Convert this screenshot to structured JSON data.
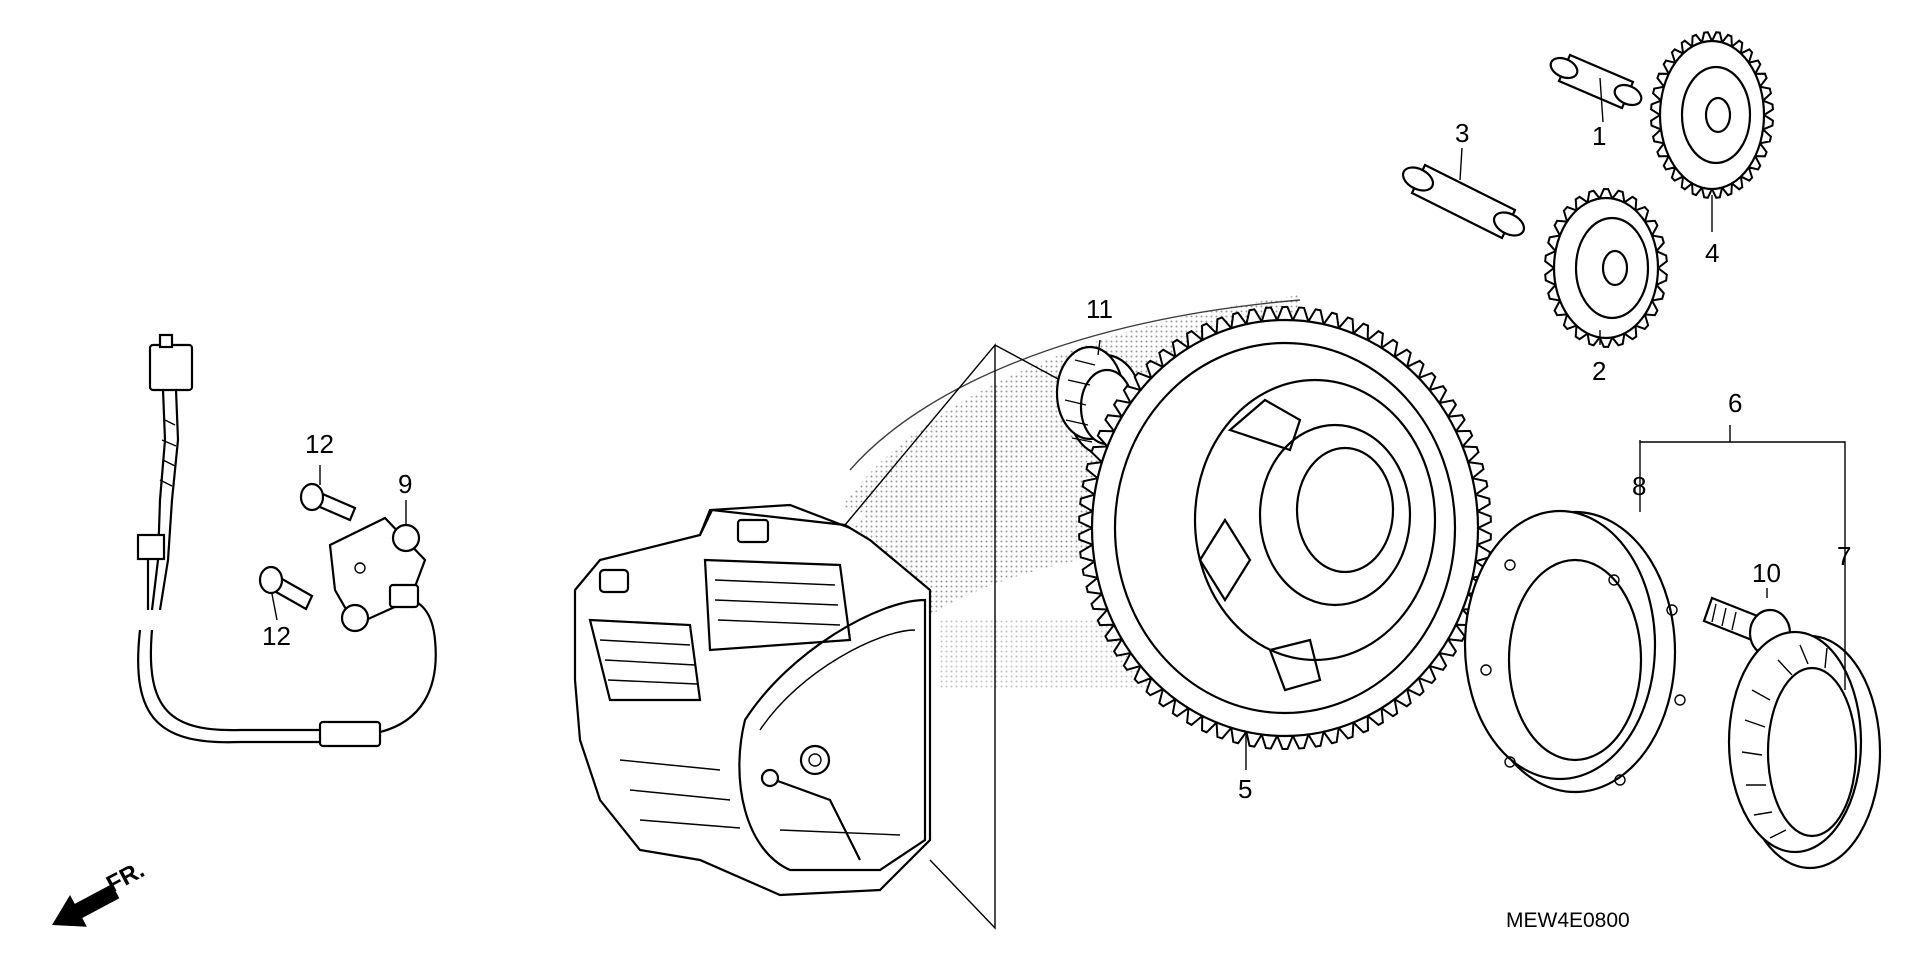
{
  "diagram": {
    "code": "MEW4E0800",
    "front_indicator": "FR.",
    "callouts": [
      {
        "id": "c1",
        "label": "1"
      },
      {
        "id": "c2",
        "label": "2"
      },
      {
        "id": "c3",
        "label": "3"
      },
      {
        "id": "c4",
        "label": "4"
      },
      {
        "id": "c5",
        "label": "5"
      },
      {
        "id": "c6",
        "label": "6"
      },
      {
        "id": "c7",
        "label": "7"
      },
      {
        "id": "c8",
        "label": "8"
      },
      {
        "id": "c9",
        "label": "9"
      },
      {
        "id": "c10",
        "label": "10"
      },
      {
        "id": "c11",
        "label": "11"
      },
      {
        "id": "c12a",
        "label": "12"
      },
      {
        "id": "c12b",
        "label": "12"
      }
    ]
  }
}
